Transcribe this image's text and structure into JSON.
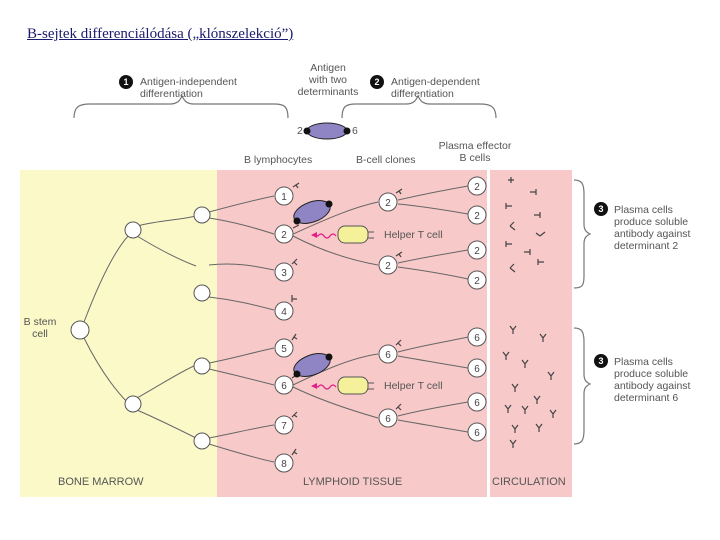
{
  "title": "B-sejtek differenciálódása („klónszelekció”)",
  "labels": {
    "step1_num": "1",
    "step1_text": [
      "Antigen-independent",
      "differentiation"
    ],
    "antigen": [
      "Antigen",
      "with two",
      "determinants"
    ],
    "step2_num": "2",
    "step2_text": [
      "Antigen-dependent",
      "differentiation"
    ],
    "det2": "2",
    "det6": "6",
    "b_lymphocytes": "B lymphocytes",
    "b_cell_clones": "B-cell clones",
    "plasma_effector": [
      "Plasma effector",
      "B cells"
    ],
    "b_stem": [
      "B stem",
      "cell"
    ],
    "helper_t": "Helper T cell",
    "step3_num": "3",
    "plasma_top": [
      "Plasma cells",
      "produce soluble",
      "antibody against",
      "determinant 2"
    ],
    "plasma_bottom": [
      "Plasma cells",
      "produce soluble",
      "antibody against",
      "determinant 6"
    ]
  },
  "zones": {
    "bone_marrow": "BONE MARROW",
    "lymphoid": "LYMPHOID TISSUE",
    "circulation": "CIRCULATION"
  },
  "lymphocytes": [
    "1",
    "2",
    "3",
    "4",
    "5",
    "6",
    "7",
    "8"
  ],
  "clones": [
    "2",
    "2",
    "6",
    "6"
  ],
  "plasma_cells": [
    "2",
    "2",
    "2",
    "2",
    "6",
    "6",
    "6",
    "6"
  ],
  "colors": {
    "bone_marrow_bg": "#fbf9c8",
    "lymphoid_bg": "#f8c9c9",
    "circulation_bg": "#f8c9c9",
    "b_cell": "#8f84c4",
    "helper_t": "#f4f19a",
    "signal": "#e0208a"
  }
}
